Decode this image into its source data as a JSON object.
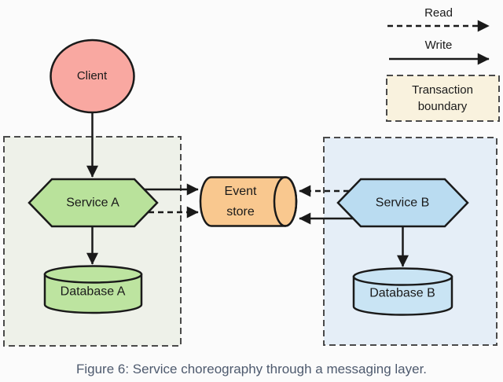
{
  "canvas": {
    "background": "#fbfbfb"
  },
  "colors": {
    "stroke": "#1a1a1a",
    "boundary_stroke": "#4a4a4a",
    "left_boundary_fill": "#eef1e9",
    "right_boundary_fill": "#e5eef7",
    "transaction_fill": "#f9f2de",
    "client_fill": "#f9a8a1",
    "service_a_fill": "#b9e29b",
    "database_a_fill": "#bde4a0",
    "event_store_fill": "#f9c88f",
    "service_b_fill": "#badcf1",
    "database_b_fill": "#c9e4f4"
  },
  "legend": {
    "read": "Read",
    "write": "Write",
    "transaction_boundary": "Transaction boundary"
  },
  "nodes": {
    "client": "Client",
    "service_a": "Service A",
    "database_a": "Database A",
    "event_store": "Event store",
    "service_b": "Service B",
    "database_b": "Database B"
  },
  "caption": "Figure 6: Service choreography through a messaging layer."
}
